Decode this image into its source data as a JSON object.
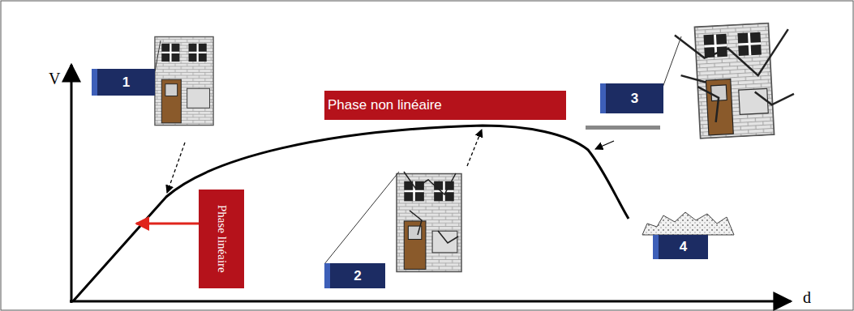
{
  "diagram": {
    "nodes": [
      {
        "text": [
          "1"
        ]
      },
      {
        "text": [
          "Phase non linéaire"
        ]
      },
      {
        "text": [
          "3"
        ]
      },
      {
        "text": [
          "Phase linéaire"
        ]
      },
      {
        "text": [
          "2"
        ]
      },
      {
        "text": [
          "4"
        ]
      }
    ],
    "labels": [
      "V",
      "d"
    ]
  }
}
